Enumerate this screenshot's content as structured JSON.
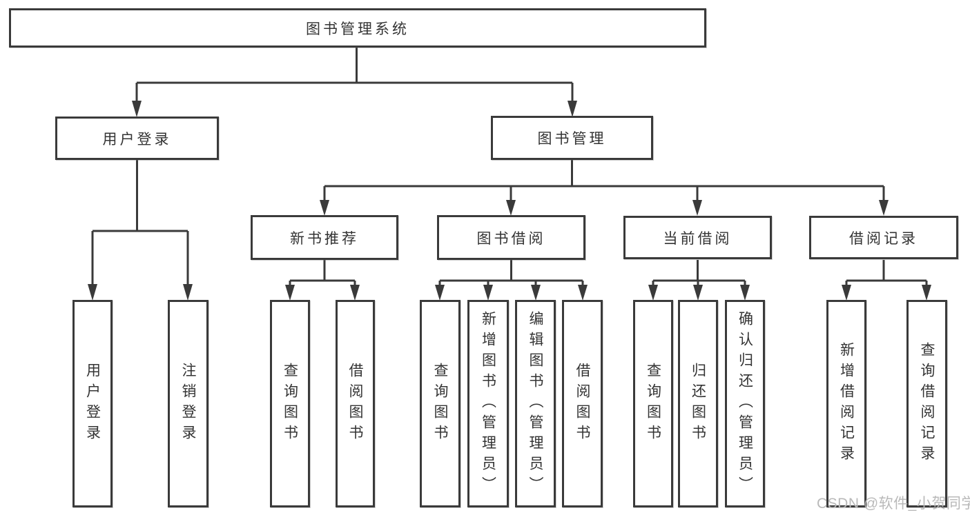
{
  "diagram": {
    "root": {
      "label": "图书管理系统"
    },
    "level2": [
      {
        "id": "user-login",
        "label": "用户登录"
      },
      {
        "id": "book-management",
        "label": "图书管理"
      }
    ],
    "level3": [
      {
        "id": "new-book-recommend",
        "parent": "图书管理",
        "label": "新书推荐"
      },
      {
        "id": "book-borrow",
        "parent": "图书管理",
        "label": "图书借阅"
      },
      {
        "id": "current-borrow",
        "parent": "图书管理",
        "label": "当前借阅"
      },
      {
        "id": "borrow-records",
        "parent": "图书管理",
        "label": "借阅记录"
      }
    ],
    "leaves": [
      {
        "parent": "用户登录",
        "label": "用户登录"
      },
      {
        "parent": "用户登录",
        "label": "注销登录"
      },
      {
        "parent": "新书推荐",
        "label": "查询图书"
      },
      {
        "parent": "新书推荐",
        "label": "借阅图书"
      },
      {
        "parent": "图书借阅",
        "label": "查询图书"
      },
      {
        "parent": "图书借阅",
        "label": "新增图书（管理员）"
      },
      {
        "parent": "图书借阅",
        "label": "编辑图书（管理员）"
      },
      {
        "parent": "图书借阅",
        "label": "借阅图书"
      },
      {
        "parent": "当前借阅",
        "label": "查询图书"
      },
      {
        "parent": "当前借阅",
        "label": "归还图书"
      },
      {
        "parent": "当前借阅",
        "label": "确认归还（管理员）"
      },
      {
        "parent": "借阅记录",
        "label": "新增借阅记录"
      },
      {
        "parent": "借阅记录",
        "label": "查询借阅记录"
      }
    ]
  },
  "watermark": "CSDN @软件_小贺同学",
  "colors": {
    "line": "#3a3a3a",
    "text": "#333333",
    "background": "#ffffff",
    "box_fill": "#ffffff",
    "watermark": "#b9b9b9"
  }
}
